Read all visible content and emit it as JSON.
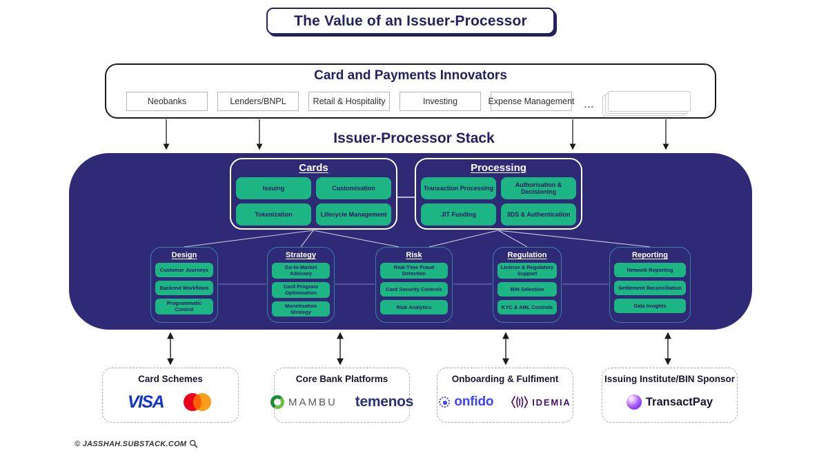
{
  "page": {
    "title": "The Value of an Issuer-Processor"
  },
  "innovators": {
    "heading": "Card and Payments Innovators",
    "items": [
      "Neobanks",
      "Lenders/BNPL",
      "Retail & Hospitality",
      "Investing",
      "Expense Management"
    ],
    "more_dots": "..."
  },
  "stack": {
    "heading": "Issuer-Processor Stack",
    "groups": [
      {
        "title": "Cards",
        "items": [
          "Issuing",
          "Customisation",
          "Tokenization",
          "Lifecycle Management"
        ]
      },
      {
        "title": "Processing",
        "items": [
          "Transaction Processing",
          "Authorisation & Decisioning",
          "JIT Funding",
          "3DS & Authentication"
        ]
      }
    ],
    "categories": [
      {
        "title": "Design",
        "items": [
          "Customer Journeys",
          "Backend Workflows",
          "Programmatic Control"
        ]
      },
      {
        "title": "Strategy",
        "items": [
          "Go-to-Market Advisory",
          "Card Program Optimisation",
          "Monetisation Strategy"
        ]
      },
      {
        "title": "Risk",
        "items": [
          "Real-Time Fraud Detection",
          "Card Security Controls",
          "Risk Analytics"
        ]
      },
      {
        "title": "Regulation",
        "items": [
          "License & Regulatory Support",
          "BIN Selection",
          "KYC & AML Controls"
        ]
      },
      {
        "title": "Reporting",
        "items": [
          "Network Reporting",
          "Settlement Reconciliation",
          "Data Insights"
        ]
      }
    ]
  },
  "partners": [
    {
      "title": "Card Schemes"
    },
    {
      "title": "Core Bank Platforms"
    },
    {
      "title": "Onboarding & Fulfiment"
    },
    {
      "title": "Issuing Institute/BIN Sponsor"
    }
  ],
  "logos": {
    "visa": "VISA",
    "mambu": "MAMBU",
    "temenos": "temenos",
    "onfido": "onfido",
    "idemia": "IDEMIA",
    "transactpay": "TransactPay"
  },
  "footer": {
    "credit": "© JASSHAH.SUBSTACK.COM"
  },
  "colors": {
    "stack_bg": "#2F2A76",
    "accent_green": "#1DB584",
    "heading_navy": "#232064",
    "category_border": "#3F7FA6",
    "visa_blue": "#1434CB",
    "mastercard_red": "#EB001B",
    "mastercard_orange": "#F79E1B",
    "mastercard_overlap": "#FF5F00",
    "temenos_navy": "#283275",
    "onfido_indigo": "#3B43F2",
    "idemia_purple": "#4A0E68"
  }
}
